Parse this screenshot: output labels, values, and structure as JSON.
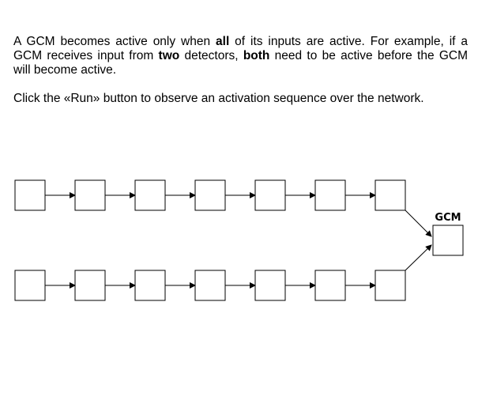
{
  "instructions": {
    "para1": {
      "t1": "A GCM becomes active only when ",
      "b1": "all",
      "t2": " of its inputs are active. For example, if a GCM receives input from ",
      "b2": "two",
      "t3": " detectors, ",
      "b3": "both",
      "t4": " need to be active before the GCM will become active."
    },
    "para2": "Click the «Run» button to observe an activation sequence over the network."
  },
  "network": {
    "gcm_label": "GCM",
    "chains": [
      {
        "name": "top-chain",
        "detectors": 7,
        "active": [
          false,
          false,
          false,
          false,
          false,
          false,
          false
        ]
      },
      {
        "name": "bottom-chain",
        "detectors": 7,
        "active": [
          false,
          false,
          false,
          false,
          false,
          false,
          false
        ]
      }
    ],
    "gcm_active": false,
    "colors": {
      "stroke": "#000000",
      "inactive_fill": "#ffffff",
      "active_fill": "#f4d03f"
    }
  }
}
